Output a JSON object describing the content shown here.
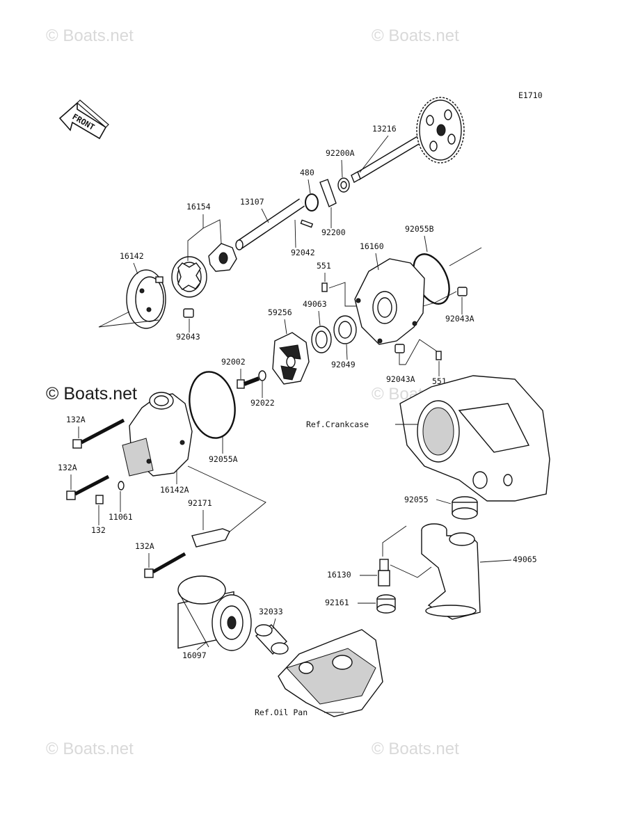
{
  "diagram_id": "E1710",
  "front_label": "FRONT",
  "watermark": "© Boats.net",
  "refs": {
    "crankcase": "Ref.Crankcase",
    "oil_pan": "Ref.Oil Pan"
  },
  "parts": {
    "p13216": "13216",
    "p92200a": "92200A",
    "p480": "480",
    "p92200": "92200",
    "p13107": "13107",
    "p16154": "16154",
    "p92042": "92042",
    "p16142": "16142",
    "p92043": "92043",
    "p92055b": "92055B",
    "p16160": "16160",
    "p551a": "551",
    "p49063": "49063",
    "p59256": "59256",
    "p92049": "92049",
    "p92043a_1": "92043A",
    "p92043a_2": "92043A",
    "p551b": "551",
    "p92002": "92002",
    "p92022": "92022",
    "p132a_1": "132A",
    "p92055a": "92055A",
    "p132a_2": "132A",
    "p16142a": "16142A",
    "p11061": "11061",
    "p132": "132",
    "p92171": "92171",
    "p132a_3": "132A",
    "p92055": "92055",
    "p49065": "49065",
    "p16130": "16130",
    "p92161": "92161",
    "p32033": "32033",
    "p16097": "16097"
  }
}
